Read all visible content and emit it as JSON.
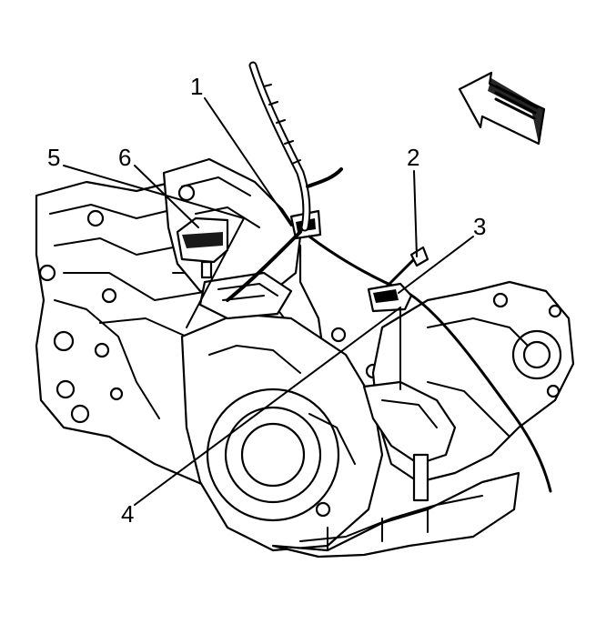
{
  "callouts": [
    {
      "id": "1",
      "label": "1"
    },
    {
      "id": "2",
      "label": "2"
    },
    {
      "id": "3",
      "label": "3"
    },
    {
      "id": "4",
      "label": "4"
    },
    {
      "id": "5",
      "label": "5"
    },
    {
      "id": "6",
      "label": "6"
    }
  ],
  "icons": {
    "direction_arrow": "front-direction-arrow-icon"
  },
  "colors": {
    "ink": "#000000",
    "background": "#ffffff"
  }
}
